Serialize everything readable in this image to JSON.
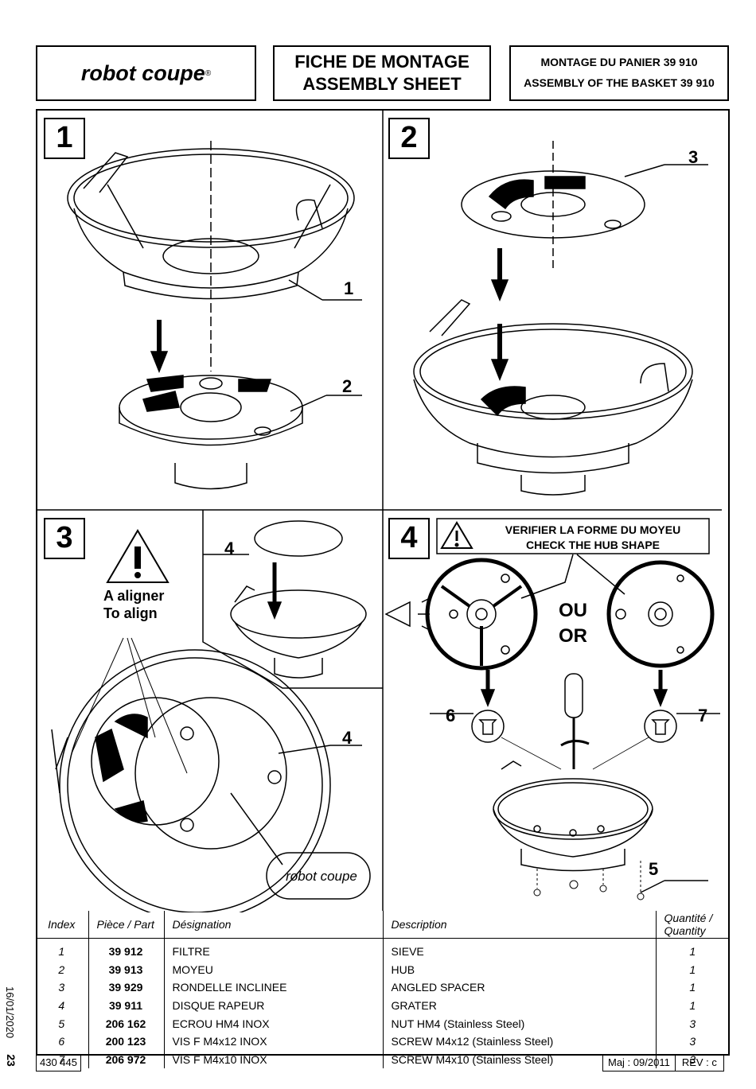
{
  "header": {
    "brand": "robot coupe",
    "title_line1": "FICHE DE MONTAGE",
    "title_line2": "ASSEMBLY SHEET",
    "ref_line1": "MONTAGE DU PANIER 39 910",
    "ref_line2": "ASSEMBLY OF THE BASKET 39 910"
  },
  "steps": {
    "s1": "1",
    "s2": "2",
    "s3": "3",
    "s4": "4"
  },
  "callouts": {
    "c1": "1",
    "c2": "2",
    "c3": "3",
    "c4a": "4",
    "c4b": "4",
    "c5": "5",
    "c6": "6",
    "c7": "7"
  },
  "notes": {
    "align_fr": "A aligner",
    "align_en": "To align",
    "verify_fr": "VERIFIER LA FORME DU MOYEU",
    "verify_en": "CHECK THE HUB SHAPE",
    "ou": "OU",
    "or": "OR",
    "disc_brand": "robot coupe"
  },
  "table": {
    "headers": [
      "Index",
      "Pièce / Part",
      "Désignation",
      "Description",
      "Quantité / Quantity"
    ],
    "rows": [
      [
        "1",
        "39 912",
        "FILTRE",
        "SIEVE",
        "1"
      ],
      [
        "2",
        "39 913",
        "MOYEU",
        "HUB",
        "1"
      ],
      [
        "3",
        "39 929",
        "RONDELLE INCLINEE",
        "ANGLED SPACER",
        "1"
      ],
      [
        "4",
        "39 911",
        "DISQUE RAPEUR",
        "GRATER",
        "1"
      ],
      [
        "5",
        "206 162",
        "ECROU HM4 INOX",
        "NUT HM4 (Stainless Steel)",
        "3"
      ],
      [
        "6",
        "200 123",
        "VIS F M4x12 INOX",
        "SCREW M4x12 (Stainless Steel)",
        "3"
      ],
      [
        "7",
        "206 972",
        "VIS F M4x10 INOX",
        "SCREW M4x10 (Stainless Steel)",
        "3"
      ]
    ]
  },
  "footer": {
    "doc_number": "430 445",
    "update": "Maj : 09/2011",
    "revision": "REV : c",
    "side_date": "16/01/2020",
    "side_page": "23"
  }
}
